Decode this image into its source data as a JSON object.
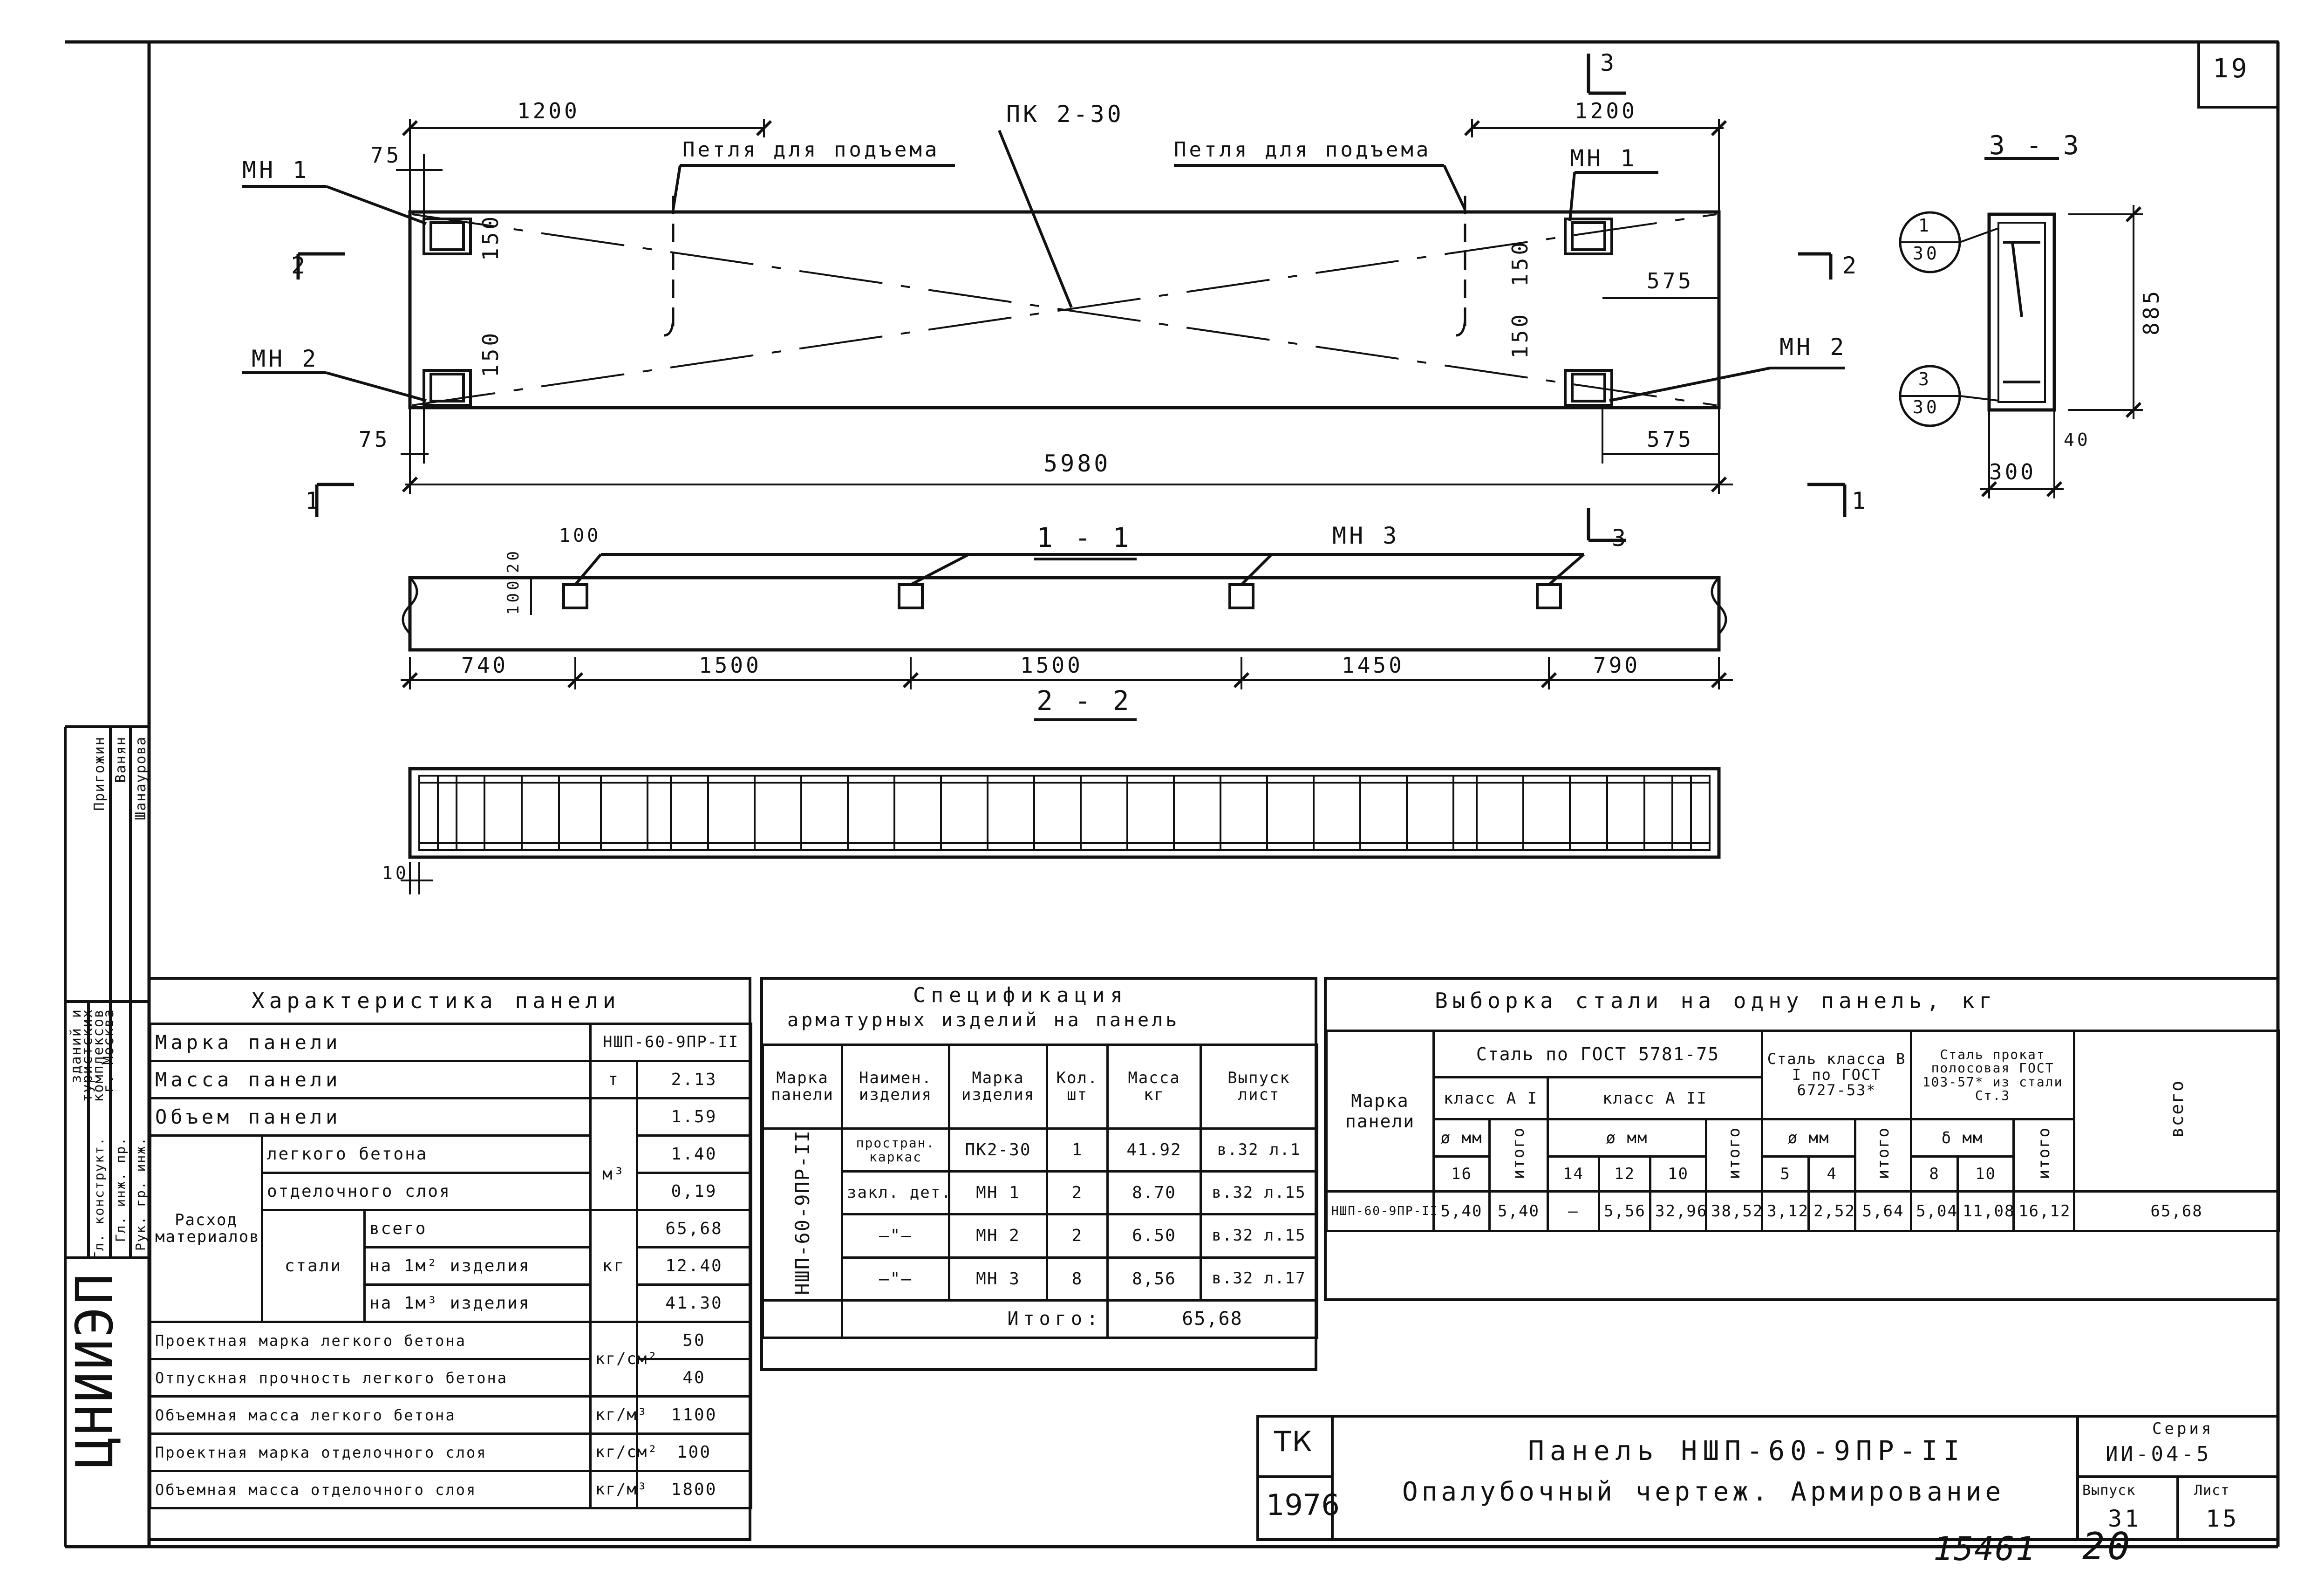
{
  "sheet": {
    "sheet_number": "19",
    "handwritten_numbers": [
      "15461",
      "20"
    ]
  },
  "drawing": {
    "section_3_3": "3 - 3",
    "section_1_1": "1 - 1",
    "section_2_2": "2 - 2",
    "cut_marks": {
      "c3": "3",
      "c2": "2",
      "c1": "1"
    },
    "labels": {
      "lifting_loop": "Петля для подъема",
      "pk": "ПК 2-30",
      "mn1": "МН 1",
      "mn2": "МН 2",
      "mn3": "МН 3"
    },
    "circles": [
      {
        "top": "1",
        "bottom": "30"
      },
      {
        "top": "3",
        "bottom": "30"
      }
    ],
    "dims": {
      "d1200": "1200",
      "d75": "75",
      "d150": "150",
      "d575": "575",
      "d5980": "5980",
      "d885": "885",
      "d40": "40",
      "d300": "300",
      "d100": "100",
      "d20": "20",
      "d740": "740",
      "d1500": "1500",
      "d1450": "1450",
      "d790": "790",
      "d10": "10"
    }
  },
  "side_stamp": {
    "org": "ЦНИИЭП",
    "org_lines": [
      "зданий и",
      "туристских",
      "комплексов",
      "г. Москва"
    ],
    "roles": [
      "Гл. конструкт.",
      "Гл. инж. пр.",
      "Рук. гр. инж."
    ],
    "names": [
      "Пригожин",
      "Ванян",
      "Шанаурова"
    ]
  },
  "characteristics": {
    "title": "Характеристика панели",
    "rows": {
      "mark_label": "Марка панели",
      "mark_value": "НШП-60-9ПР-II",
      "mass_label": "Масса панели",
      "mass_unit": "т",
      "mass_value": "2.13",
      "volume_label": "Объем панели",
      "volume_value": "1.59",
      "volume_unit": "м³",
      "consumption": "Расход материалов",
      "light_concrete": "легкого бетона",
      "light_concrete_value": "1.40",
      "finish_layer": "отделочного слоя",
      "finish_layer_value": "0,19",
      "steel": "стали",
      "steel_unit": "кг",
      "total": "всего",
      "total_value": "65,68",
      "per_m2": "на 1м² изделия",
      "per_m2_value": "12.40",
      "per_m3": "на 1м³ изделия",
      "per_m3_value": "41.30",
      "design_grade_light": "Проектная марка легкого бетона",
      "design_grade_light_value": "50",
      "release_strength": "Отпускная прочность легкого бетона",
      "release_strength_value": "40",
      "strength_unit": "кг/см²",
      "density_light": "Объемная масса легкого бетона",
      "density_light_unit": "кг/м³",
      "density_light_value": "1100",
      "design_grade_finish": "Проектная марка отделочного слоя",
      "design_grade_finish_unit": "кг/см²",
      "design_grade_finish_value": "100",
      "density_finish": "Объемная масса отделочного слоя",
      "density_finish_unit": "кг/м³",
      "density_finish_value": "1800"
    }
  },
  "specification": {
    "title_l1": "Спецификация",
    "title_l2": "арматурных изделий на панель",
    "headers": [
      "Марка панели",
      "Наимен. изделия",
      "Марка изделия",
      "Кол. шт",
      "Масса кг",
      "Выпуск лист"
    ],
    "panel": "НШП-60-9ПР-II",
    "rows": [
      {
        "name": "простран. каркас",
        "mark": "ПК2-30",
        "qty": "1",
        "mass": "41.92",
        "issue": "в.32 л.1"
      },
      {
        "name": "закл. дет.",
        "mark": "МН 1",
        "qty": "2",
        "mass": "8.70",
        "issue": "в.32 л.15"
      },
      {
        "name": "—\"—",
        "mark": "МН 2",
        "qty": "2",
        "mass": "6.50",
        "issue": "в.32 л.15"
      },
      {
        "name": "—\"—",
        "mark": "МН 3",
        "qty": "8",
        "mass": "8,56",
        "issue": "в.32 л.17"
      }
    ],
    "total_label": "Итого:",
    "total_value": "65,68"
  },
  "steel_selection": {
    "title": "Выборка стали на одну панель, кг",
    "mark_header": "Марка панели",
    "group1": "Сталь по ГОСТ 5781-75",
    "class_a1": "класс А I",
    "class_a2": "класс А II",
    "group2": "Сталь класса В I по ГОСТ 6727-53*",
    "group3": "Сталь прокат полосовая ГОСТ 103-57* из стали Ст.3",
    "diam": "ø мм",
    "thick": "δ мм",
    "total": "итого",
    "grand_total": "всего",
    "sizes": [
      "16",
      "14",
      "12",
      "10",
      "5",
      "4",
      "8",
      "10"
    ],
    "row": {
      "mark": "НШП-60-9ПР-II",
      "values": [
        "5,40",
        "5,40",
        "—",
        "5,56",
        "32,96",
        "38,52",
        "3,12",
        "2,52",
        "5,64",
        "5,04",
        "11,08",
        "16,12",
        "65,68"
      ]
    }
  },
  "title_block": {
    "tk": "ТК",
    "year": "1976",
    "title_l1": "Панель НШП-60-9ПР-II",
    "title_l2": "Опалубочный чертеж. Армирование",
    "series_label": "Серия",
    "series_value": "ИИ-04-5",
    "issue_label": "Выпуск",
    "issue_value": "31",
    "sheet_label": "Лист",
    "sheet_value": "15"
  }
}
